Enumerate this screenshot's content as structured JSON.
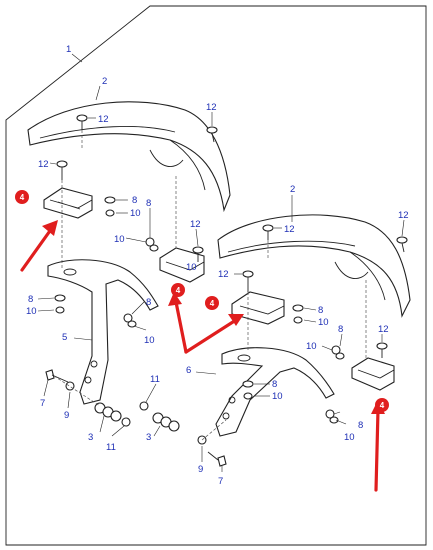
{
  "callouts": {
    "c1": "1",
    "c2a": "2",
    "c2b": "2",
    "c3a": "3",
    "c3b": "3",
    "c4a": "4",
    "c4b": "4",
    "c4c": "4",
    "c4d": "4",
    "c5": "5",
    "c6": "6",
    "c7a": "7",
    "c7b": "7",
    "c8a": "8",
    "c8b": "8",
    "c8c": "8",
    "c8d": "8",
    "c8e": "8",
    "c8f": "8",
    "c8g": "8",
    "c8h": "8",
    "c9a": "9",
    "c9b": "9",
    "c10a": "10",
    "c10b": "10",
    "c10c": "10",
    "c10d": "10",
    "c10e": "10",
    "c10f": "10",
    "c10g": "10",
    "c10h": "10",
    "c10i": "10",
    "c11a": "11",
    "c11b": "11",
    "c12a": "12",
    "c12b": "12",
    "c12c": "12",
    "c12d": "12",
    "c12e": "12",
    "c12f": "12",
    "c12g": "12",
    "c12h": "12"
  },
  "colors": {
    "callout_text": "#1e2fb5",
    "badge": "#e01e1e",
    "arrow": "#e01e1e",
    "line": "#222222"
  }
}
